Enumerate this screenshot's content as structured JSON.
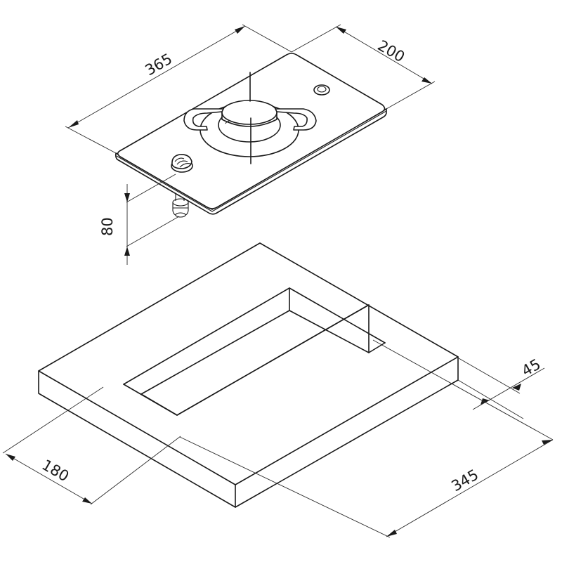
{
  "drawing": {
    "type": "isometric technical drawing",
    "subject": "single-burner gas hob with countertop cutout",
    "units": "mm",
    "line_color": "#1a1a1a",
    "background": "#ffffff"
  },
  "hob": {
    "name": "gas-hob",
    "components": [
      "glass/steel top plate",
      "burner",
      "pan support",
      "control knob",
      "ignition button",
      "gas inlet connector"
    ],
    "dimensions": {
      "length": {
        "label": "365",
        "value": 365
      },
      "width": {
        "label": "200",
        "value": 200
      },
      "height": {
        "label": "80",
        "value": 80
      }
    }
  },
  "cutout": {
    "name": "countertop-cutout",
    "dimensions": {
      "length": {
        "label": "345",
        "value": 345
      },
      "width": {
        "label": "180",
        "value": 180
      },
      "edge_offset": {
        "label": "45",
        "value": 45
      }
    }
  }
}
